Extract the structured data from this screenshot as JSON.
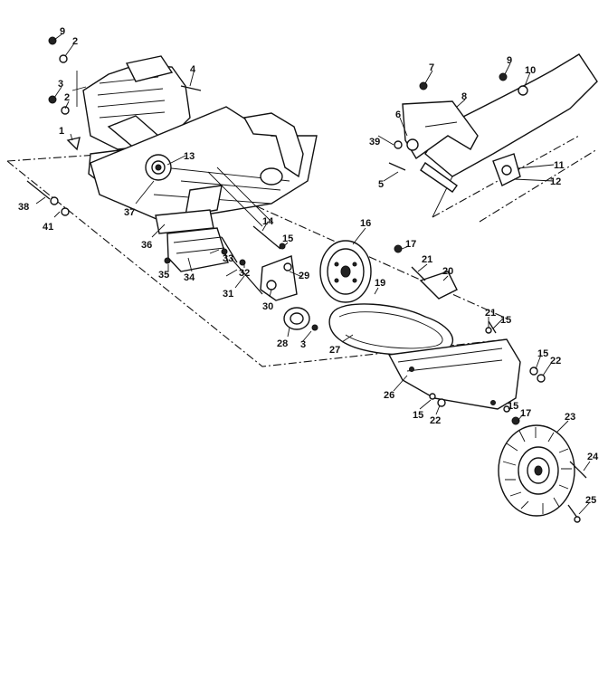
{
  "callouts": {
    "p1": "1",
    "p2a": "2",
    "p2b": "2",
    "p3a": "3",
    "p3b": "3",
    "p4": "4",
    "p5": "5",
    "p6": "6",
    "p7": "7",
    "p8": "8",
    "p9a": "9",
    "p9b": "9",
    "p10": "10",
    "p11": "11",
    "p12": "12",
    "p13": "13",
    "p14": "14",
    "p15a": "15",
    "p15b": "15",
    "p15c": "15",
    "p15d": "15",
    "p15e": "15",
    "p16": "16",
    "p17a": "17",
    "p17b": "17",
    "p19": "19",
    "p20": "20",
    "p21a": "21",
    "p21b": "21",
    "p22a": "22",
    "p22b": "22",
    "p23": "23",
    "p24": "24",
    "p25": "25",
    "p26": "26",
    "p27": "27",
    "p28": "28",
    "p29": "29",
    "p30": "30",
    "p31": "31",
    "p32": "32",
    "p33": "33",
    "p34": "34",
    "p35": "35",
    "p36": "36",
    "p37": "37",
    "p38": "38",
    "p39": "39",
    "p41": "41"
  }
}
